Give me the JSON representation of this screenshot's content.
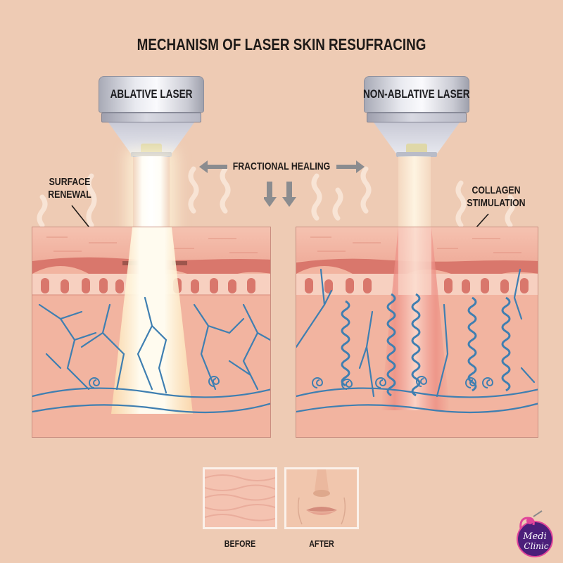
{
  "title": "MECHANISM OF LASER SKIN RESUFRACING",
  "lasers": [
    {
      "label": "ABLATIVE LASER",
      "beam_color": "#fffdf6"
    },
    {
      "label": "NON-ABLATIVE LASER",
      "beam_color": "#fff3e4"
    }
  ],
  "center_label": "FRACTIONAL HEALING",
  "annotations": {
    "left": {
      "line1": "SURFACE",
      "line2": "RENEWAL"
    },
    "right": {
      "line1": "COLLAGEN",
      "line2": "STIMULATION"
    }
  },
  "comparison": {
    "before_label": "BEFORE",
    "after_label": "AFTER"
  },
  "logo": {
    "line1": "Medi",
    "line2": "Clinic",
    "color": "#4b1f7a",
    "accent": "#e0469a"
  },
  "colors": {
    "background": "#eecbb4",
    "skin_surface": "#f3b9a6",
    "epidermis_band": "#d9776c",
    "dermis": "#f2b4a0",
    "vessel": "#3f7fb1"
  }
}
